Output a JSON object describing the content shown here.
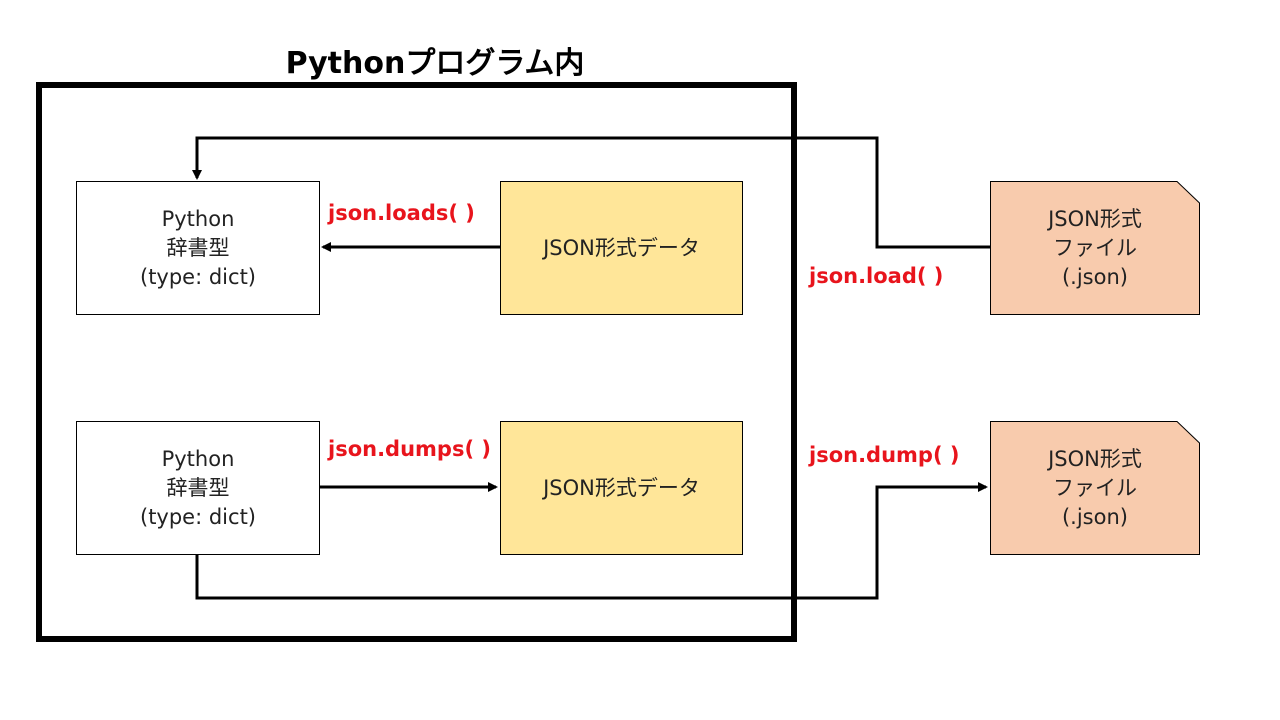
{
  "diagram": {
    "title": "Pythonプログラム内",
    "dict_boxes": [
      {
        "line1": "Python",
        "line2": "辞書型",
        "line3": "(type: dict)"
      },
      {
        "line1": "Python",
        "line2": "辞書型",
        "line3": "(type: dict)"
      }
    ],
    "json_data_boxes": [
      {
        "label": "JSON形式データ"
      },
      {
        "label": "JSON形式データ"
      }
    ],
    "file_boxes": [
      {
        "line1": "JSON形式",
        "line2": "ファイル",
        "line3": "(.json)"
      },
      {
        "line1": "JSON形式",
        "line2": "ファイル",
        "line3": "(.json)"
      }
    ],
    "functions": {
      "loads": "json.loads( )",
      "load": "json.load( )",
      "dumps": "json.dumps( )",
      "dump": "json.dump( )"
    },
    "colors": {
      "json_data_fill": "#ffe699",
      "file_fill": "#f8cbad",
      "function_label": "#e8141c",
      "line": "#000000"
    }
  }
}
